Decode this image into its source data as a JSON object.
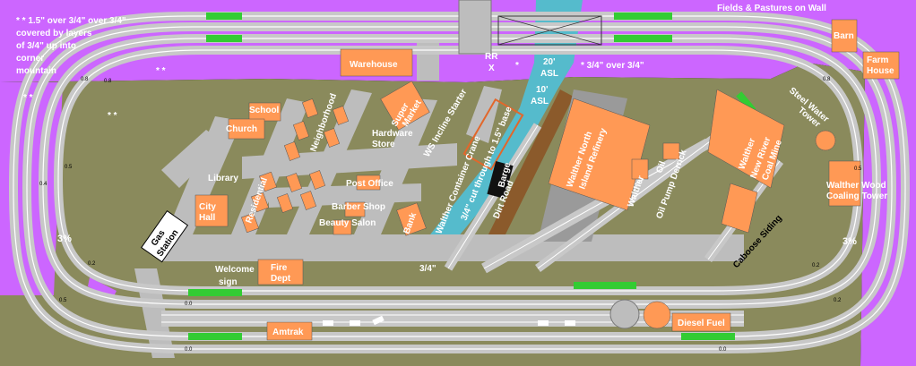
{
  "notes": {
    "fields_pastures": "Fields & Pastures on Wall",
    "layers_note_line1": "* * 1.5\" over 3/4\" over 3/4\"",
    "layers_note_line2": "covered by layers",
    "layers_note_line3": "of 3/4\" up into",
    "layers_note_line4": "corner",
    "layers_note_line5": "mountain",
    "three_quarter_over": "* 3/4\" over 3/4\"",
    "three_quarter": "3/4\"",
    "grade_left": "3%",
    "grade_right": "3%",
    "star_single": "*",
    "star_double": "* *",
    "cut_note": "3/4\" cut through to 1.5\" base",
    "asl_20_line1": "20'",
    "asl_20_line2": "ASL",
    "asl_10_line1": "10'",
    "asl_10_line2": "ASL",
    "rr_x_line1": "RR",
    "rr_x_line2": "X"
  },
  "buildings": {
    "warehouse": "Warehouse",
    "barn": "Barn",
    "farm_house_line1": "Farm",
    "farm_house_line2": "House",
    "school": "School",
    "church": "Church",
    "neighborhood": "Neighborhood",
    "super_market_line1": "Super",
    "super_market_line2": "Market",
    "hardware_store_line1": "Hardware",
    "hardware_store_line2": "Store",
    "ws_incline_starter": "WS Incline Starter",
    "library": "Library",
    "city_hall_line1": "City",
    "city_hall_line2": "Hall",
    "residential": "Residential",
    "post_office": "Post Office",
    "barber_shop": "Barber Shop",
    "beauty_salon": "Beauty Salon",
    "gas_station_line1": "Gas",
    "gas_station_line2": "Station",
    "bank": "Bank",
    "container_crane": "Walther Container Crane",
    "barge": "Barge",
    "dirt_road": "Dirt Road",
    "refinery_line1": "Walther North",
    "refinery_line2": "Island Refinery",
    "walther": "Walther",
    "oil_pump_derrick_line1": "Oil",
    "oil_pump_derrick_line2": "Oil Pump Derrick",
    "steel_water_tower_line1": "Steel Water",
    "steel_water_tower_line2": "Tower",
    "coal_mine_line1": "Walther",
    "coal_mine_line2": "New River",
    "coal_mine_line3": "Coal Mine",
    "coaling_tower_line1": "Walther Wood",
    "coaling_tower_line2": "Coaling Tower",
    "caboose_siding": "Caboose Siding",
    "welcome_sign_line1": "Welcome",
    "welcome_sign_line2": "sign",
    "fire_dept_line1": "Fire",
    "fire_dept_line2": "Dept",
    "amtrak": "Amtrak",
    "diesel_fuel": "Diesel Fuel"
  },
  "colors": {
    "mountain": "#cc66ff",
    "ground": "#8a8a5c",
    "building": "#ff9955",
    "track_bed": "#c8c8c8",
    "rail": "#ffffff",
    "switch_green": "#33cc33",
    "water": "#55bbcc",
    "dirt_road": "#8b5a2b",
    "road": "#bdbdbd"
  }
}
